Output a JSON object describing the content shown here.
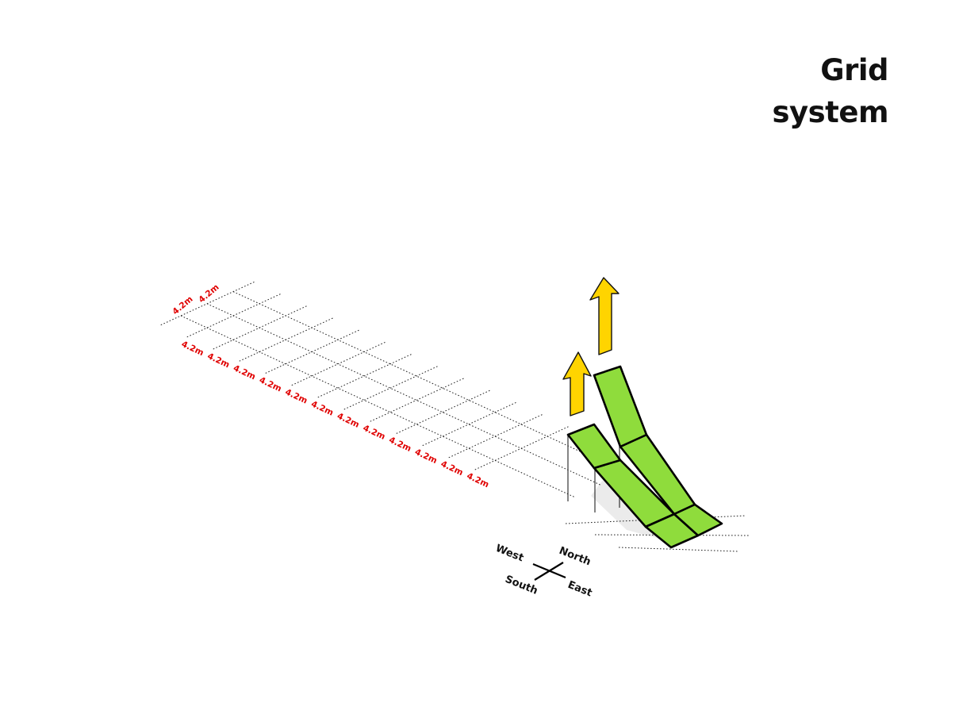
{
  "title": {
    "line1": "Grid",
    "line2": "system"
  },
  "dimensions": {
    "row_spacing_labels": [
      "4.2m",
      "4.2m"
    ],
    "column_spacing_labels": [
      "4.2m",
      "4.2m",
      "4.2m",
      "4.2m",
      "4.2m",
      "4.2m",
      "4.2m",
      "4.2m",
      "4.2m",
      "4.2m",
      "4.2m",
      "4.2m"
    ]
  },
  "compass": {
    "north": "North",
    "south": "South",
    "east": "East",
    "west": "West"
  },
  "colors": {
    "dimension": "#e00000",
    "panel_fill": "#8fdc3c",
    "arrow_fill": "#ffd400",
    "grid": "#222222"
  }
}
